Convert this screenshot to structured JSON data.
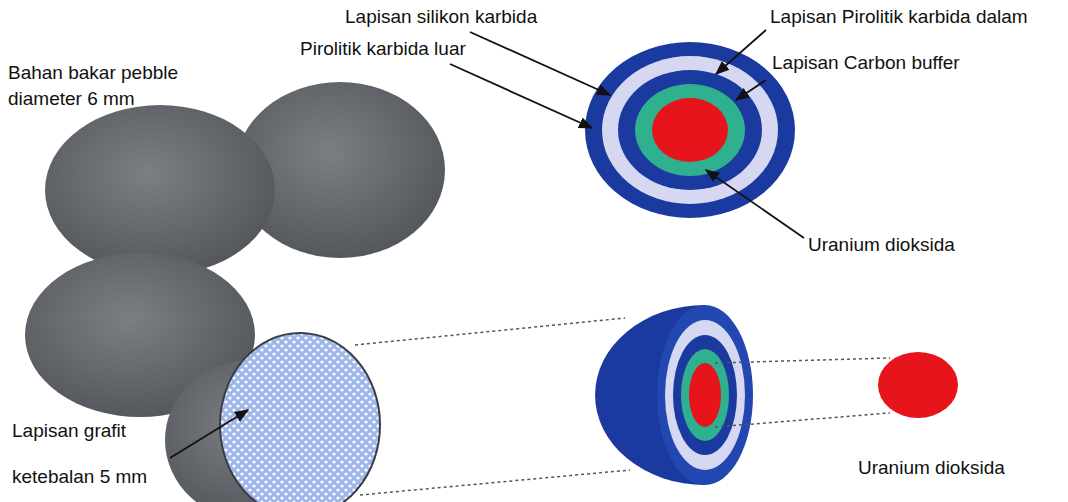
{
  "diagram": {
    "labels": [
      "Bahan bakar pebble diameter 6 mm",
      "Lapisan silikon karbida",
      "Pirolitik karbida luar",
      "Lapisan Pirolitik karbida dalam",
      "Lapisan Carbon buffer",
      "Uranium dioksida",
      "Lapisan grafit ketebalan 5 mm",
      "Uranium dioksida"
    ]
  }
}
